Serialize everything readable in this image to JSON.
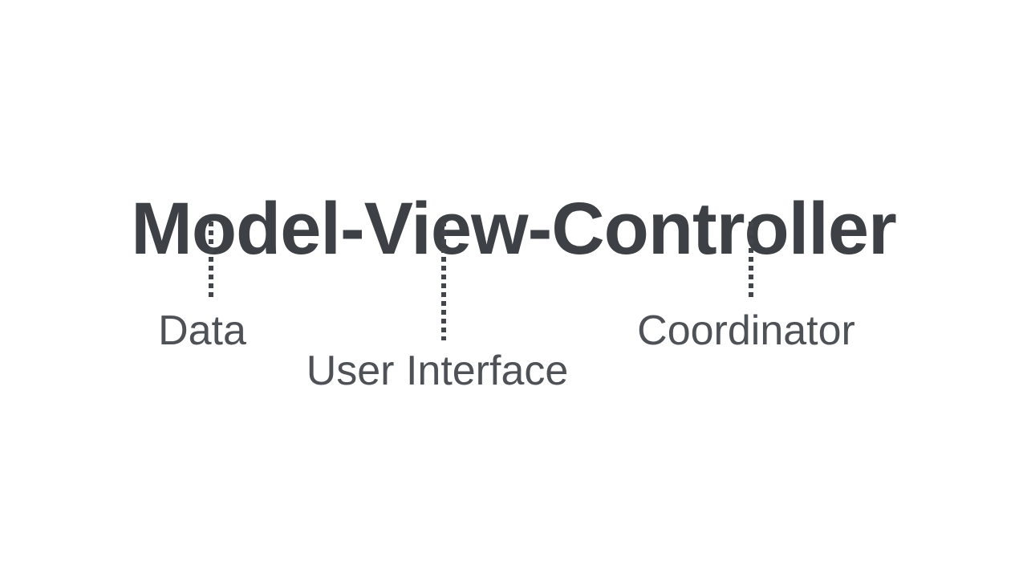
{
  "colors": {
    "background": "#ffffff",
    "title": "#3d4045",
    "label": "#4e5156",
    "connector": "#424549"
  },
  "title": {
    "text": "Model-View-Controller"
  },
  "diagram": {
    "items": [
      {
        "word": "Model",
        "label": "Data"
      },
      {
        "word": "View",
        "label": "User Interface"
      },
      {
        "word": "Controller",
        "label": "Coordinator"
      }
    ]
  }
}
